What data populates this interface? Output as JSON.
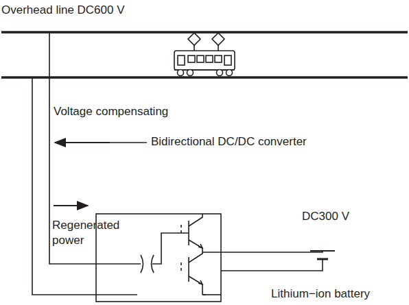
{
  "diagram": {
    "labels": [
      "Overhead line DC600 V",
      "Voltage compensating",
      "Bidirectional DC/DC converter",
      "Regenerated power",
      "DC300 V",
      "Lithium−ion battery"
    ]
  }
}
